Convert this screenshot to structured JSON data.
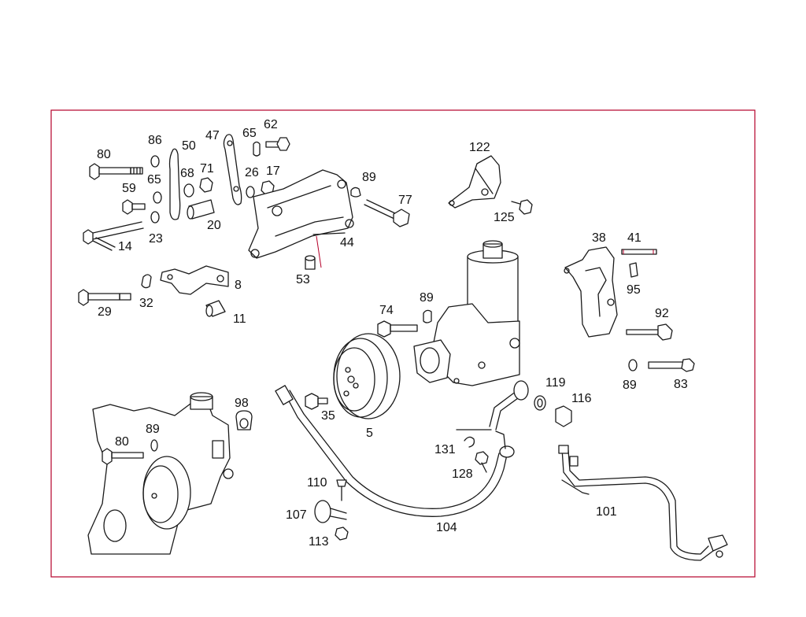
{
  "diagram": {
    "frame_color": "#b5002a",
    "line_color": "#1a1a1a",
    "callouts": [
      "80",
      "86",
      "50",
      "47",
      "65",
      "62",
      "65",
      "68",
      "71",
      "26",
      "17",
      "89",
      "77",
      "59",
      "23",
      "20",
      "14",
      "44",
      "8",
      "29",
      "32",
      "11",
      "53",
      "122",
      "125",
      "38",
      "41",
      "95",
      "92",
      "89",
      "83",
      "74",
      "89",
      "5",
      "35",
      "98",
      "80",
      "89",
      "119",
      "116",
      "131",
      "128",
      "110",
      "107",
      "113",
      "104",
      "101"
    ]
  }
}
